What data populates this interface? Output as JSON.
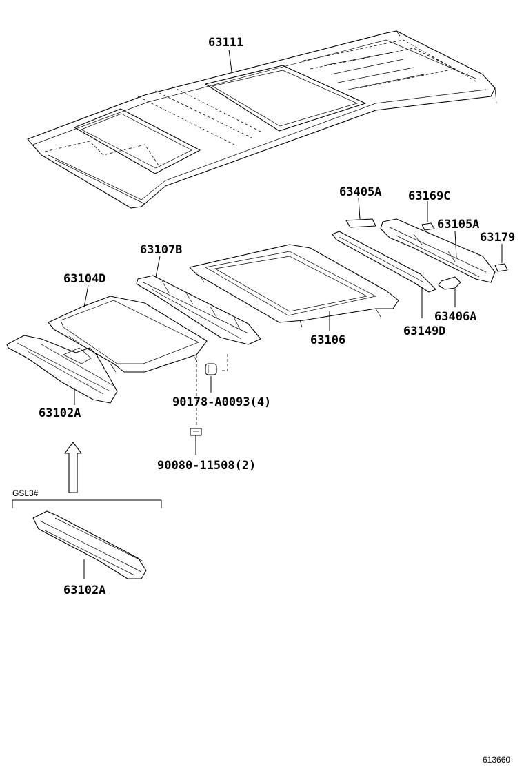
{
  "parts": {
    "roof_panel": "63111",
    "sunroof_reinforcement_front": "63104D",
    "front_header_panel_a": "63102A",
    "front_header_panel_b": "63102A",
    "front_bow": "63107B",
    "sunroof_frame": "63106",
    "bracket_63405": "63405A",
    "retainer_63169": "63169C",
    "rear_header_panel": "63105A",
    "pad_63179": "63179",
    "rear_bow": "63149D",
    "bracket_63406": "63406A",
    "cushion_clip": "90178-A0093(4)",
    "bolt": "90080-11508(2)"
  },
  "variant_note": "GSL3#",
  "diagram_id": "613660"
}
